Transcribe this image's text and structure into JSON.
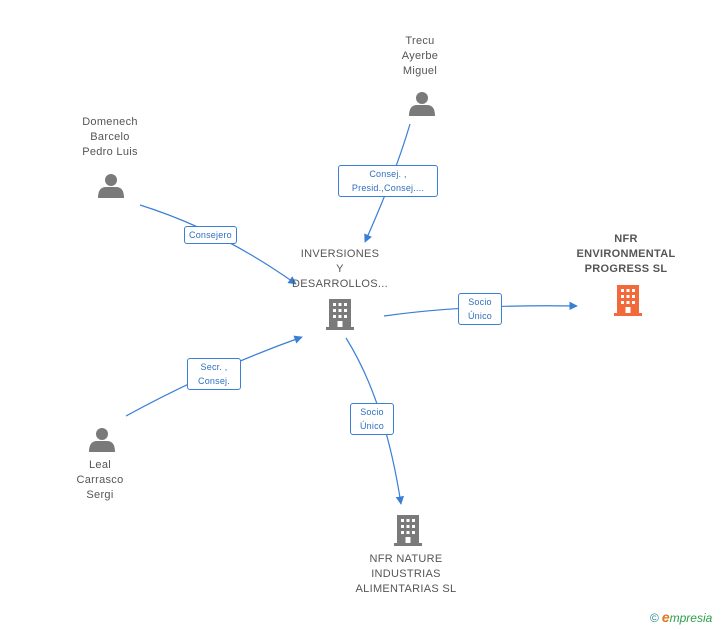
{
  "nodes": {
    "trecu": {
      "lines": [
        "Trecu",
        "Ayerbe",
        "Miguel"
      ],
      "type": "person"
    },
    "domenech": {
      "lines": [
        "Domenech",
        "Barcelo",
        "Pedro Luis"
      ],
      "type": "person"
    },
    "leal": {
      "lines": [
        "Leal",
        "Carrasco",
        "Sergi"
      ],
      "type": "person"
    },
    "inversiones": {
      "lines": [
        "INVERSIONES",
        "Y",
        "DESARROLLOS..."
      ],
      "type": "company"
    },
    "nfr_env": {
      "lines": [
        "NFR",
        "ENVIRONMENTAL",
        "PROGRESS SL"
      ],
      "type": "company-highlight"
    },
    "nfr_nature": {
      "lines": [
        "NFR NATURE",
        "INDUSTRIAS",
        "ALIMENTARIAS SL"
      ],
      "type": "company"
    }
  },
  "edges": {
    "trecu_inv": [
      "Consej. ,",
      "Presid.,Consej...."
    ],
    "domenech_inv": [
      "Consejero"
    ],
    "leal_inv": [
      "Secr. ,",
      "Consej."
    ],
    "inv_env": [
      "Socio",
      "Único"
    ],
    "inv_nature": [
      "Socio",
      "Único"
    ]
  },
  "colors": {
    "edge": "#3a7fd5",
    "icon": "#7a7a7a",
    "highlight": "#f26a3b"
  },
  "footer": {
    "copyright": "©",
    "brand_initial": "e",
    "brand_rest": "mpresia"
  }
}
